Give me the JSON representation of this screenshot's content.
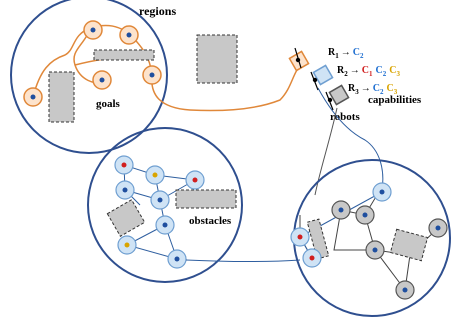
{
  "labels": {
    "regions": "regions",
    "goals": "goals",
    "obstacles": "obstacles",
    "robots": "robots",
    "capabilities": "capabilities"
  },
  "robot_capabilities": [
    {
      "robot": "R",
      "index": "1",
      "arrow": "→",
      "caps": [
        {
          "c": "C",
          "i": "2",
          "color": "#1f6fd1"
        }
      ]
    },
    {
      "robot": "R",
      "index": "2",
      "arrow": "→",
      "caps": [
        {
          "c": "C",
          "i": "1",
          "color": "#d11f1f"
        },
        {
          "c": "C",
          "i": "2",
          "color": "#1f6fd1"
        },
        {
          "c": "C",
          "i": "3",
          "color": "#d9a400"
        }
      ]
    },
    {
      "robot": "R",
      "index": "3",
      "arrow": "→",
      "caps": [
        {
          "c": "C",
          "i": "2",
          "color": "#1f6fd1"
        },
        {
          "c": "C",
          "i": "3",
          "color": "#d9a400"
        }
      ]
    }
  ],
  "colors": {
    "circle_border": "#2f4f8f",
    "orange": "#e0883a",
    "orange_fill": "#fde3cc",
    "blue_fill": "#cfe3f5",
    "blue_node": "#8cb4dd",
    "gray_fill": "#c8c8c8",
    "dark_gray": "#555555",
    "cap1_red": "#d11f1f",
    "cap2_blue": "#1f6fd1",
    "cap3_yellow": "#d9a400"
  }
}
